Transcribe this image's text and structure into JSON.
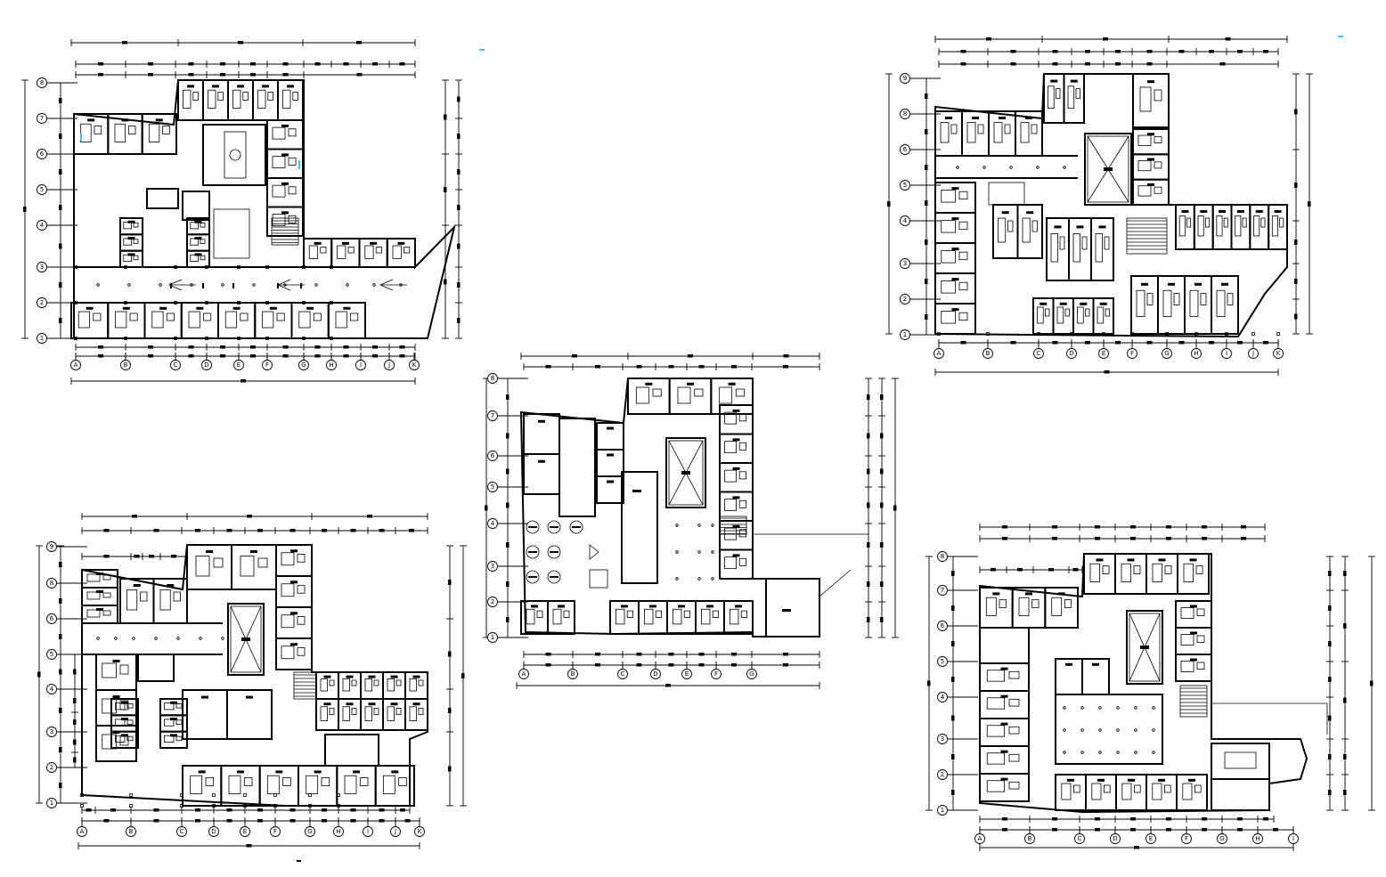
{
  "drawing": {
    "type": "architectural floor plans (CAD)",
    "line_color": "#000000",
    "background": "#ffffff",
    "accent_color": "#3cc8e8",
    "plans": [
      {
        "id": "plan-top-left",
        "columns": [
          "A",
          "B",
          "C",
          "D",
          "E",
          "F",
          "G",
          "H",
          "I",
          "J",
          "K"
        ],
        "rows": [
          "1",
          "2",
          "3",
          "4",
          "5",
          "6",
          "7",
          "8"
        ]
      },
      {
        "id": "plan-top-right",
        "columns": [
          "A",
          "B",
          "C",
          "D",
          "E",
          "F",
          "G",
          "H",
          "I",
          "J",
          "K"
        ],
        "rows": [
          "1",
          "2",
          "3",
          "4",
          "5",
          "6",
          "8",
          "9"
        ]
      },
      {
        "id": "plan-center",
        "columns": [
          "A",
          "B",
          "C",
          "D",
          "E",
          "F",
          "G"
        ],
        "rows": [
          "1",
          "2",
          "3",
          "4",
          "5",
          "6",
          "7",
          "8"
        ]
      },
      {
        "id": "plan-bottom-left",
        "columns": [
          "A",
          "B",
          "C",
          "D",
          "E",
          "F",
          "G",
          "H",
          "I",
          "J",
          "K"
        ],
        "rows": [
          "1",
          "2",
          "3",
          "4",
          "5",
          "6",
          "8",
          "9"
        ]
      },
      {
        "id": "plan-bottom-right",
        "columns": [
          "A",
          "B",
          "C",
          "D",
          "E",
          "F",
          "G",
          "H",
          "I"
        ],
        "rows": [
          "1",
          "2",
          "3",
          "4",
          "5",
          "6",
          "7",
          "8"
        ]
      }
    ]
  }
}
